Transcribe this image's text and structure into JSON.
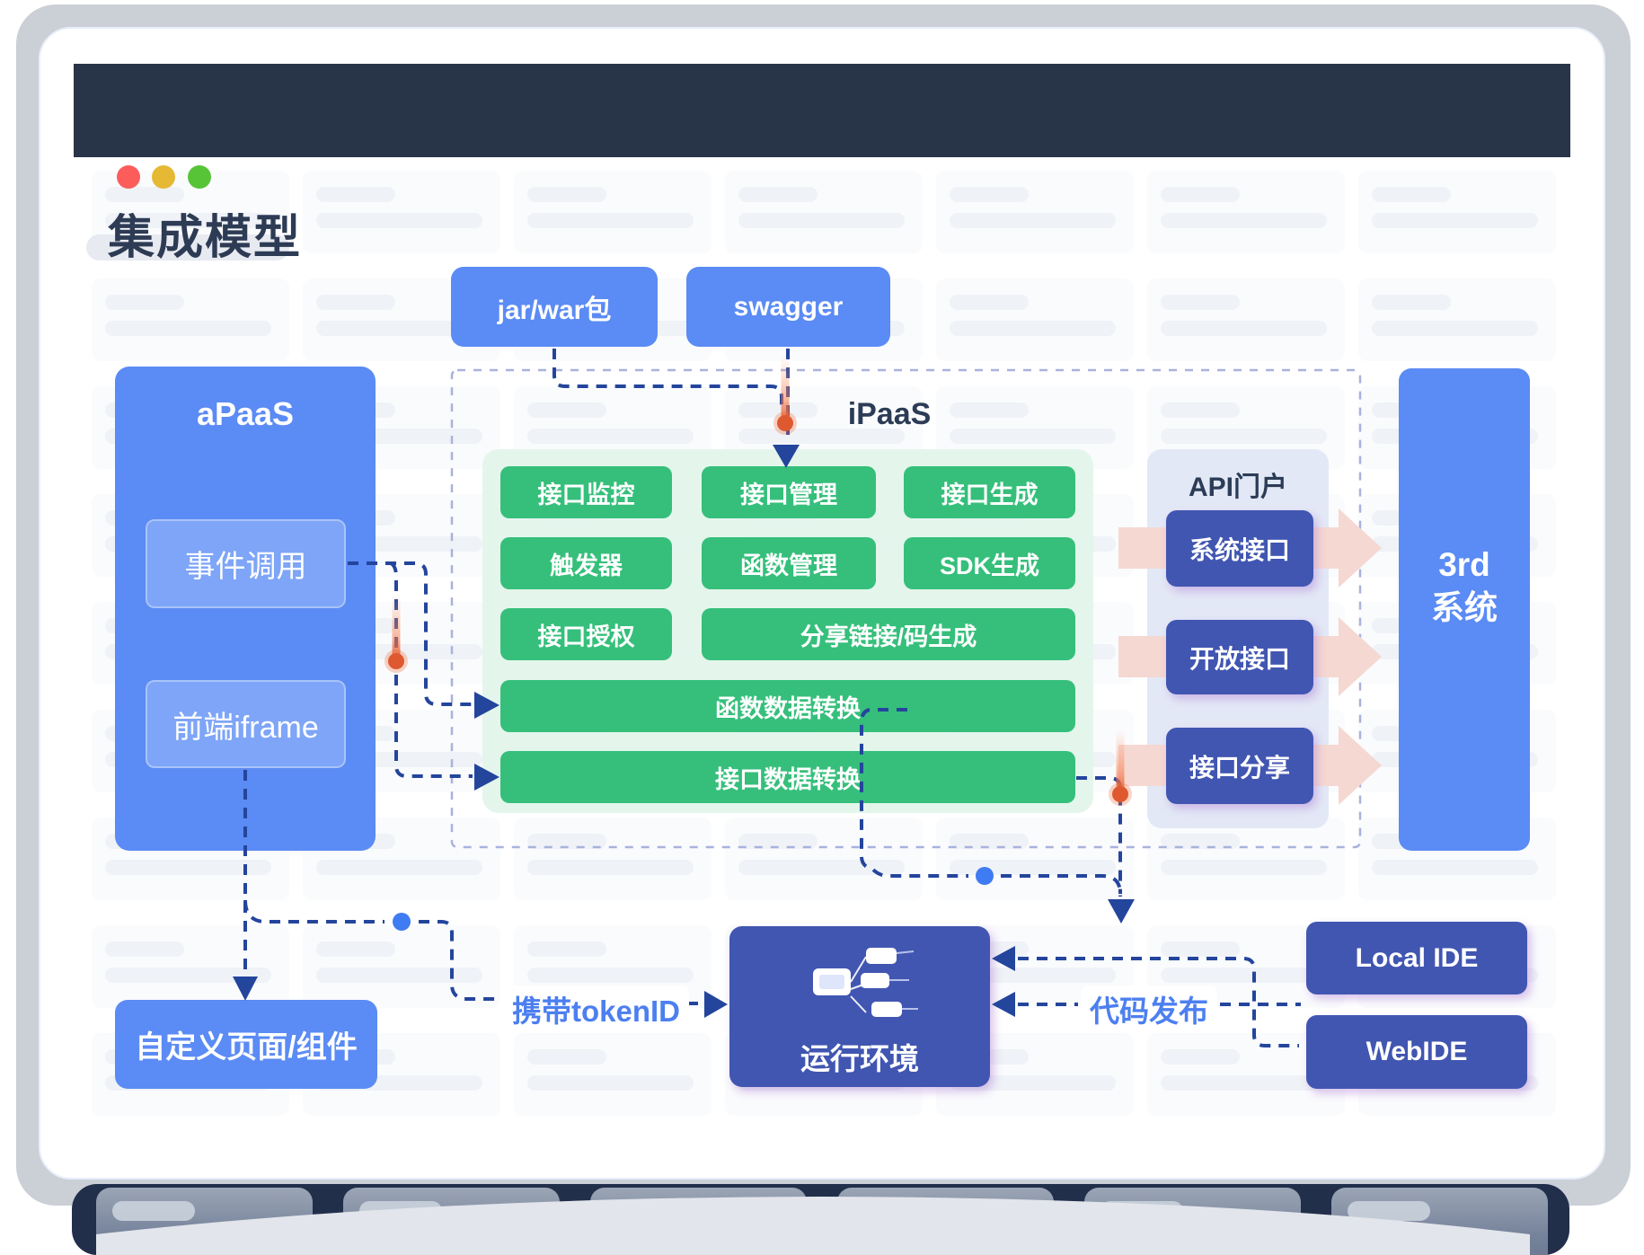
{
  "header": {
    "title": "集成模型",
    "traffic_lights": [
      "#fc5d5b",
      "#e5b934",
      "#57c438"
    ]
  },
  "sources": {
    "jar": "jar/war包",
    "swagger": "swagger"
  },
  "apaas": {
    "title": "aPaaS",
    "children": [
      "事件调用",
      "前端iframe"
    ]
  },
  "ipaas": {
    "title": "iPaaS",
    "buttons": [
      "接口监控",
      "接口管理",
      "接口生成",
      "触发器",
      "函数管理",
      "SDK生成",
      "接口授权",
      "分享链接/码生成",
      "函数数据转换",
      "接口数据转换"
    ]
  },
  "api_portal": {
    "title": "API门户",
    "children": [
      "系统接口",
      "开放接口",
      "接口分享"
    ]
  },
  "third_system": {
    "line1": "3rd",
    "line2": "系统"
  },
  "bottom": {
    "custom_page": "自定义页面/组件",
    "runtime": "运行环境",
    "local_ide": "Local IDE",
    "web_ide": "WebIDE"
  },
  "edge_labels": {
    "token": "携带tokenID",
    "deploy": "代码发布"
  },
  "colors": {
    "accent_blue": "#5b8bf4",
    "navy_box": "#4156b1",
    "green": "#35bf7b",
    "connector": "#24459c",
    "pink_arrow": "#f5d8d2"
  }
}
